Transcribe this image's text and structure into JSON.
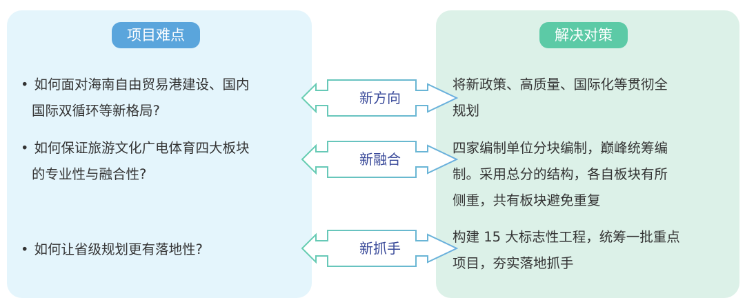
{
  "left": {
    "title": "项目难点",
    "items": [
      "如何面对海南自由贸易港建设、国内",
      "国际双循环等新格局?",
      "如何保证旅游文化广电体育四大板块",
      "的专业性与融合性?",
      "如何让省级规划更有落地性?"
    ]
  },
  "right": {
    "title": "解决对策",
    "items": [
      "将新政策、高质量、国际化等贯彻全",
      "规划",
      "四家编制单位分块编制，巅峰统筹编",
      "制。采用总分的结构，各自板块有所",
      "侧重，共有板块避免重复",
      "构建 15 大标志性工程，统筹一批重点",
      "项目，夯实落地抓手"
    ]
  },
  "arrows": [
    "新方向",
    "新融合",
    "新抓手"
  ],
  "colors": {
    "left_bg": "#e4f5fc",
    "right_bg": "#dcf1e8",
    "left_badge": "#5aa5dc",
    "right_badge": "#5ccaa6"
  }
}
